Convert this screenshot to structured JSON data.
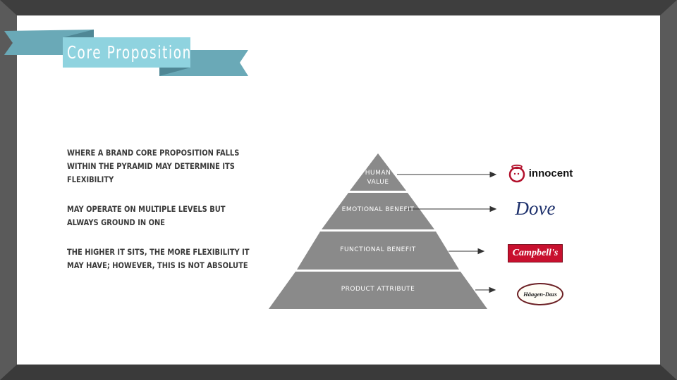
{
  "slide": {
    "title": "Core Proposition",
    "bullets": [
      "Where a brand core proposition falls within the pyramid may determine its flexibility",
      "May operate on multiple levels but always ground in one",
      "The higher it sits, the more flexibility it may have; however, this is not absolute"
    ]
  },
  "pyramid": {
    "levels": [
      {
        "line1": "Human",
        "line2": "Value"
      },
      {
        "label": "Emotional Benefit"
      },
      {
        "label": "Functional Benefit"
      },
      {
        "label": "Product Attribute"
      }
    ]
  },
  "logos": {
    "innocent": "innocent",
    "dove": "Dove",
    "campbells": "Campbell's",
    "haagen_dazs": "Häagen-Dazs"
  },
  "colors": {
    "frame": "#4a4a4a",
    "banner_light": "#8fd3df",
    "banner_dark": "#6aa9b7",
    "pyramid": "#8a8a8a",
    "text": "#3a3a3a"
  }
}
